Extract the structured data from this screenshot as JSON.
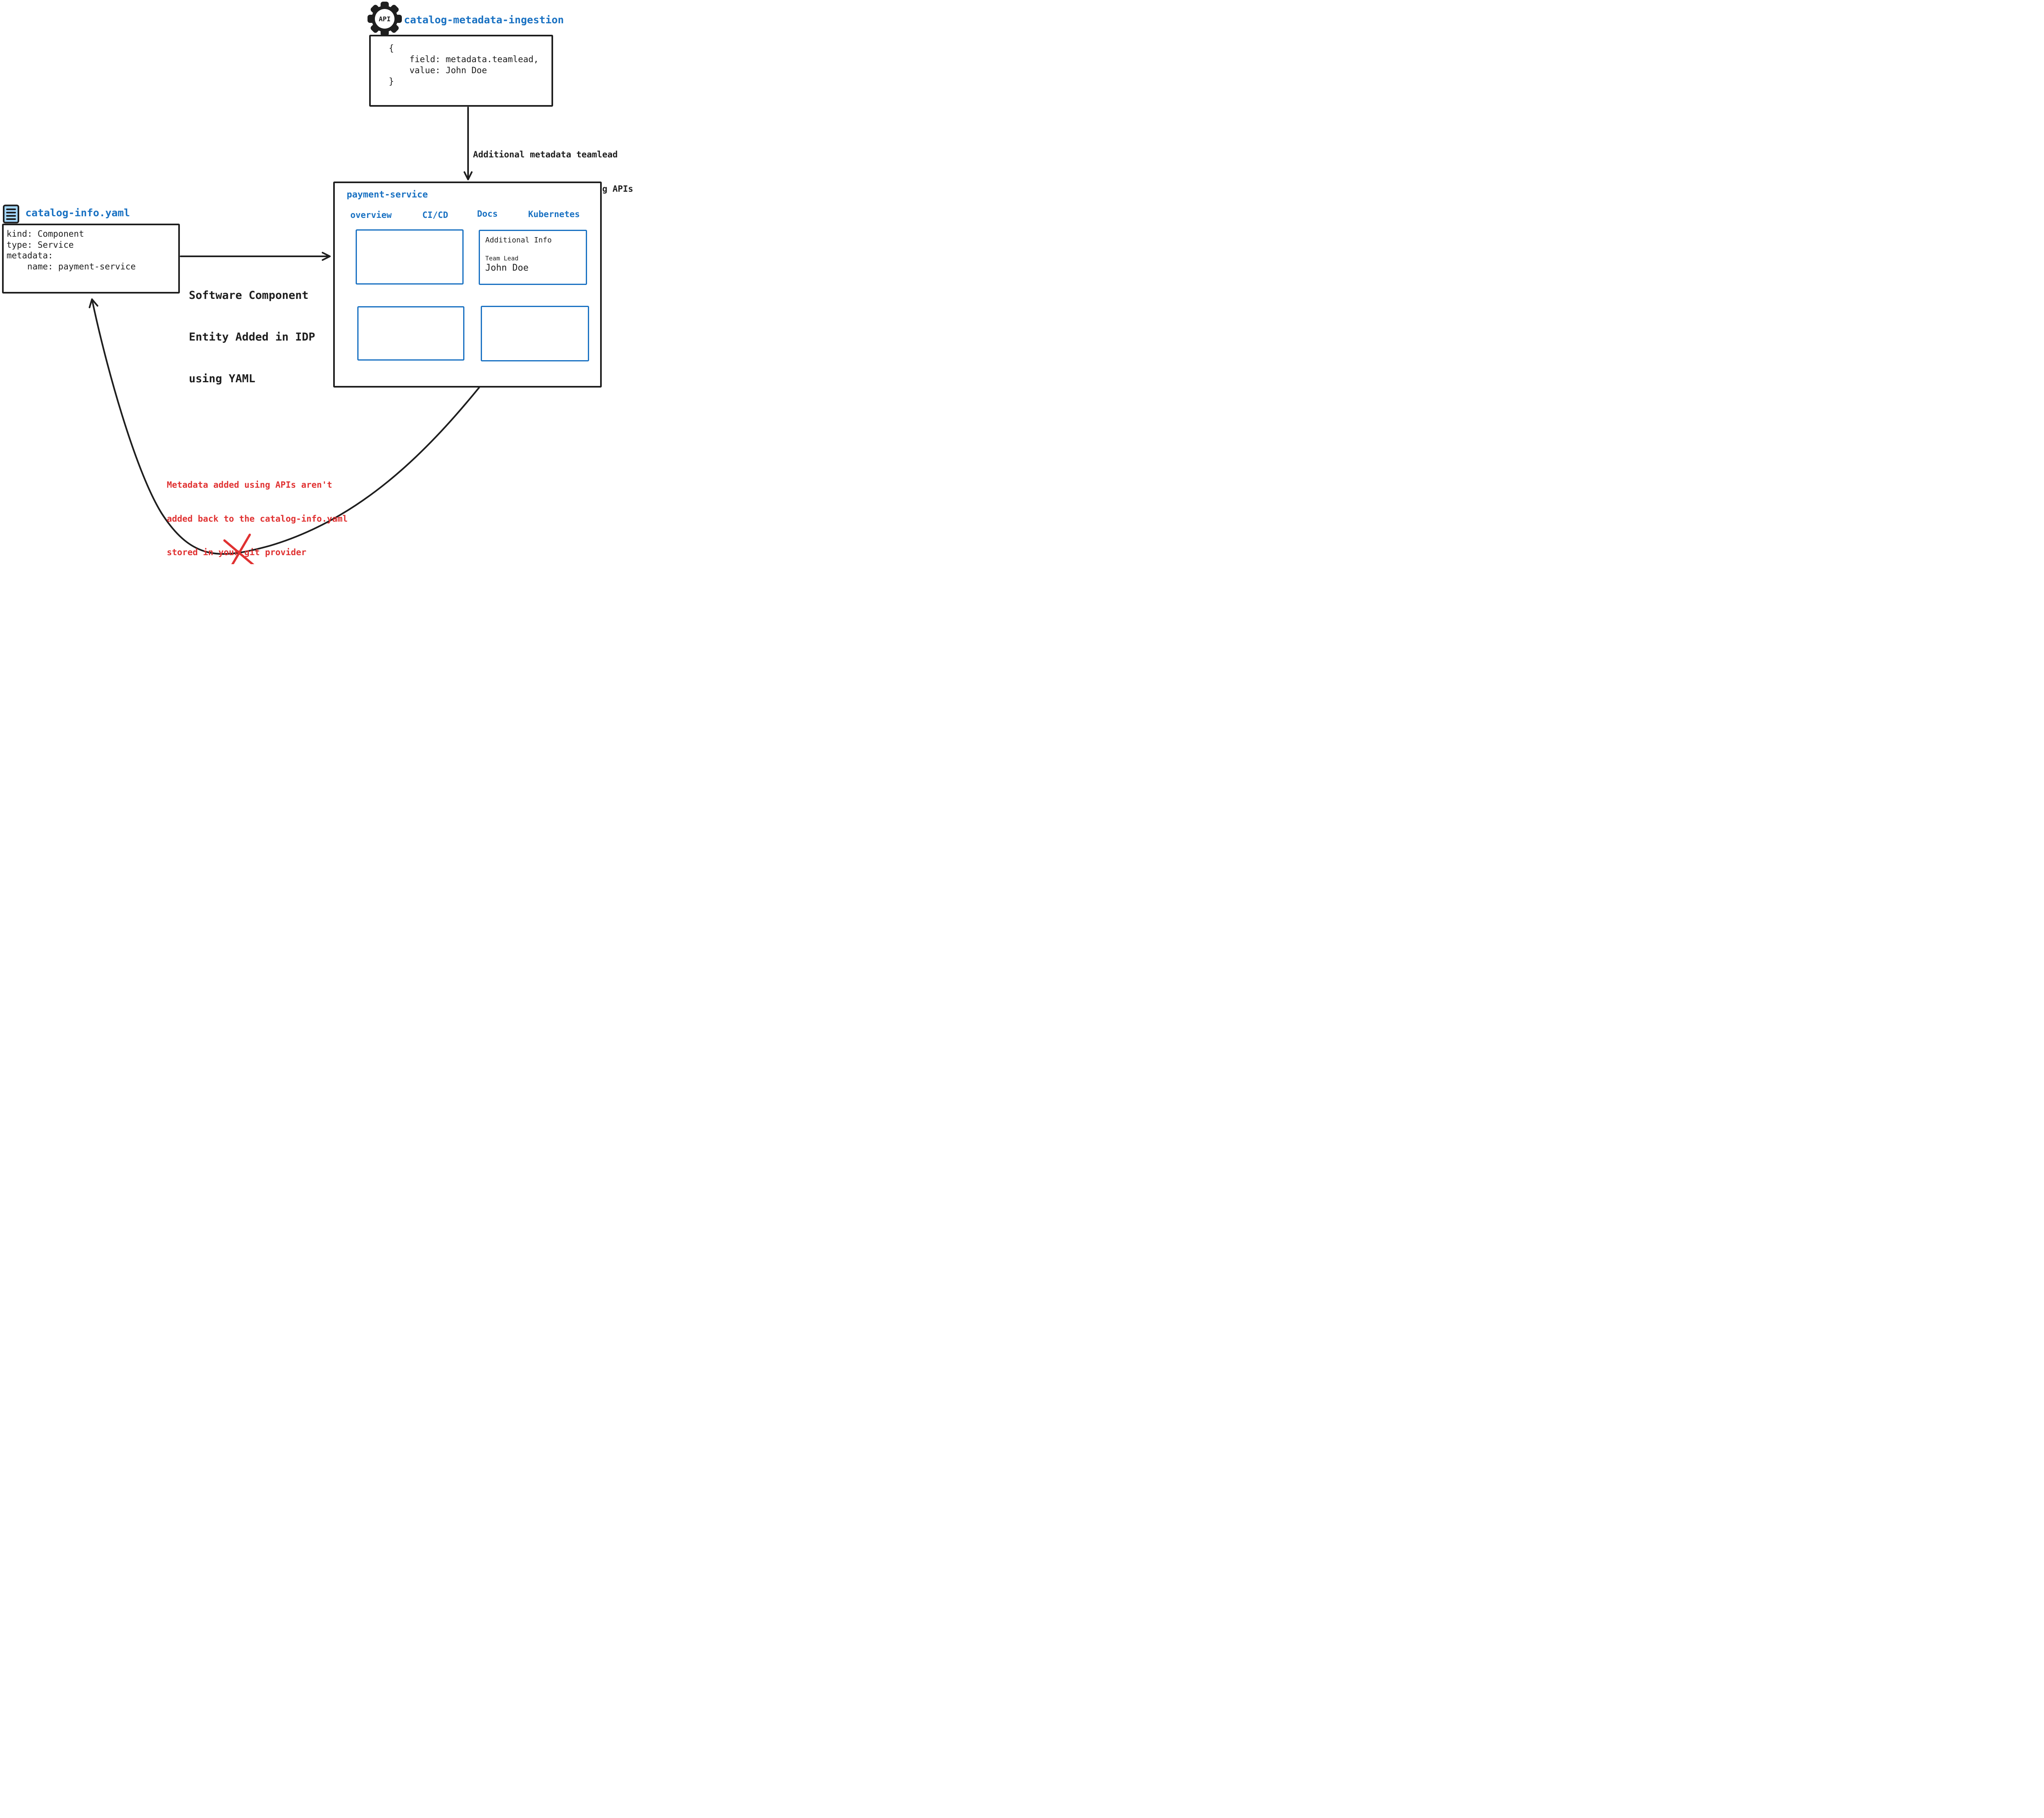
{
  "colors": {
    "accent_blue": "#1971c2",
    "warning_red": "#e03131",
    "stroke_black": "#1e1e1e",
    "icon_fill": "#a5d8ff"
  },
  "api_service": {
    "title": "catalog-metadata-ingestion",
    "icon_label": "API",
    "code_lines": [
      "{",
      "    field: metadata.teamlead,",
      "    value: John Doe",
      "}"
    ]
  },
  "ingestion_arrow": {
    "label_line1": "Additional metadata teamlead",
    "label_line2": "added to the catalog using APIs"
  },
  "idp": {
    "title": "payment-service",
    "tabs": [
      "overview",
      "CI/CD",
      "Docs",
      "Kubernetes"
    ],
    "additional_info": {
      "title": "Additional Info",
      "field_label": "Team Lead",
      "field_value": "John Doe"
    }
  },
  "yaml_arrow": {
    "label_line1": "Software Component",
    "label_line2": "Entity Added in IDP",
    "label_line3": "using YAML"
  },
  "catalog_file": {
    "title": "catalog-info.yaml",
    "yaml_lines": [
      "kind: Component",
      "type: Service",
      "metadata:",
      "    name: payment-service"
    ]
  },
  "feedback": {
    "warning_line1": "Metadata added using APIs aren't",
    "warning_line2": "added back to the catalog-info.yaml",
    "warning_line3": "stored in your git provider"
  }
}
